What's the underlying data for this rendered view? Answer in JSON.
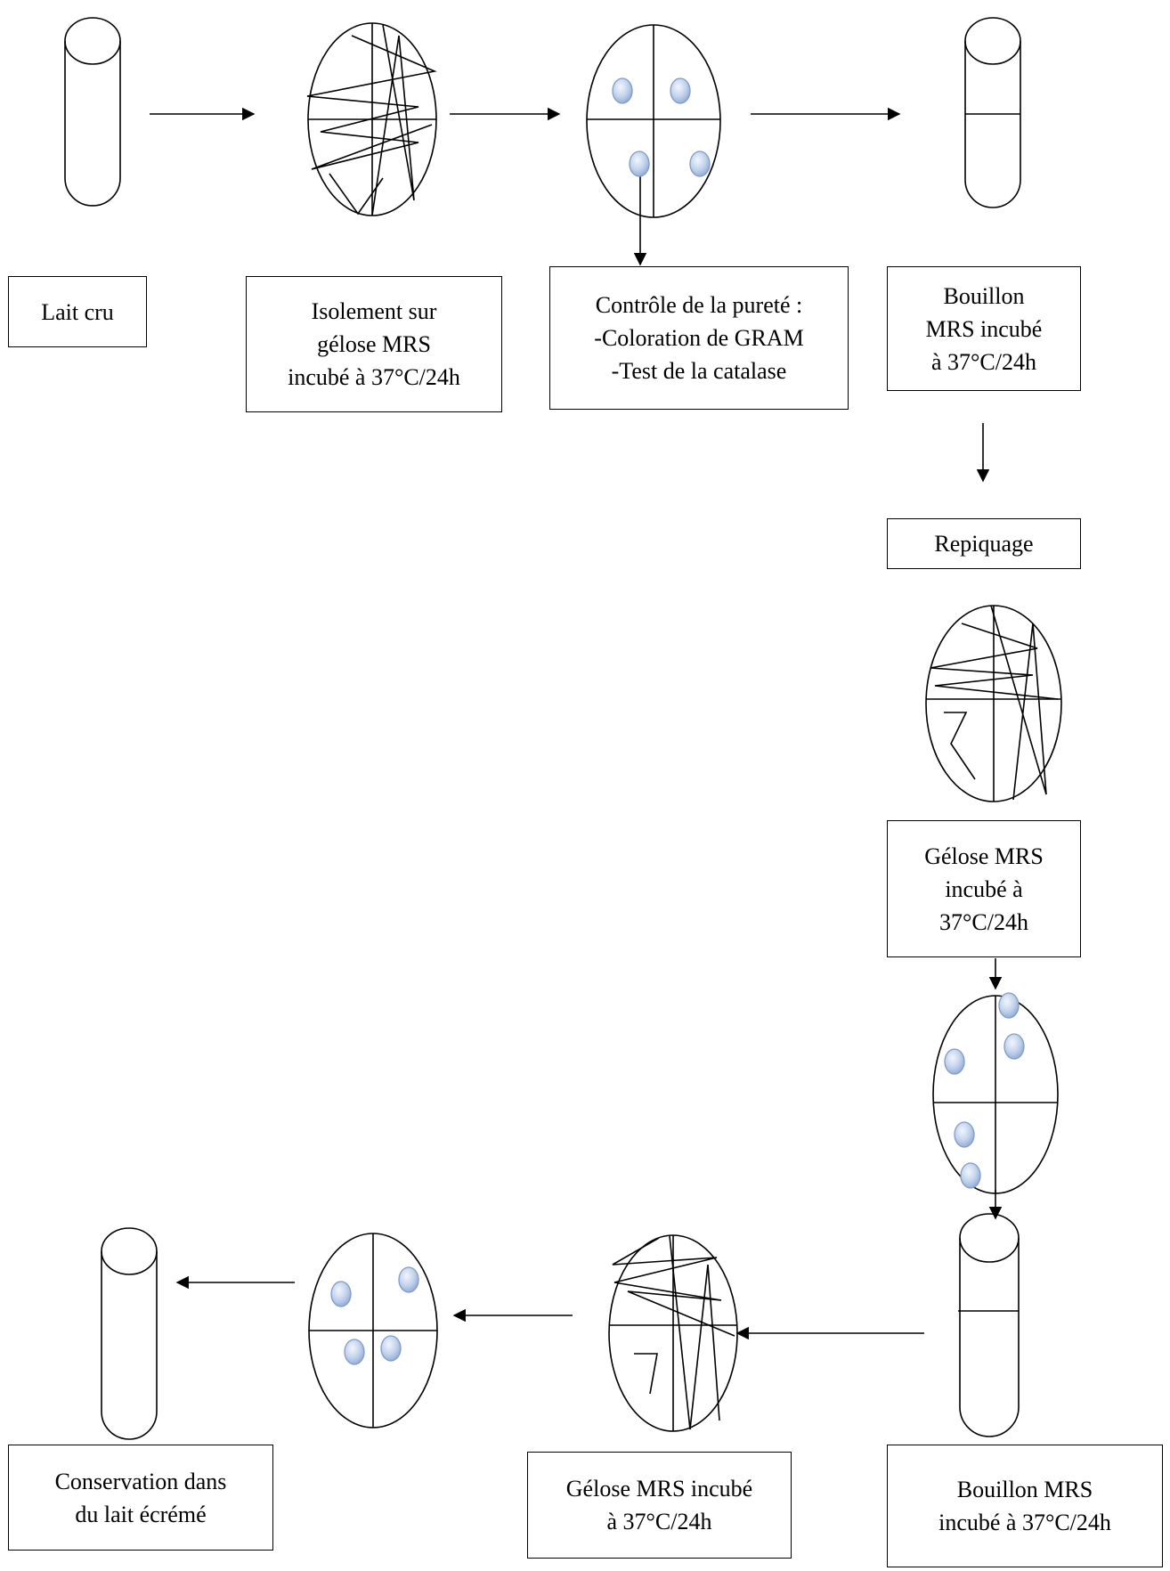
{
  "labels": {
    "lait_cru": "Lait cru",
    "isolement": "Isolement sur\ngélose MRS\nincubé à 37°C/24h",
    "controle": "Contrôle de la pureté :\n-Coloration de GRAM\n-Test de la catalase",
    "bouillon_1": "Bouillon\nMRS incubé\nà 37°C/24h",
    "repiquage": "Repiquage",
    "gelose_mrs_1": "Gélose MRS\nincubé à\n37°C/24h",
    "bouillon_2": "Bouillon MRS\nincubé à 37°C/24h",
    "gelose_mrs_2": "Gélose MRS incubé\nà 37°C/24h",
    "conservation": "Conservation dans\ndu lait écrémé"
  },
  "colors": {
    "line": "#000000",
    "colony_fill": "#b4c7e7",
    "colony_highlight": "#eef3fb",
    "colony_stroke": "#7f9cc7"
  }
}
